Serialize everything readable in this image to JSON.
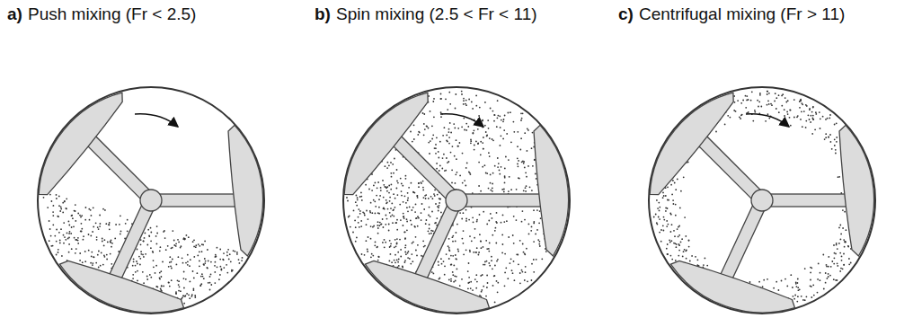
{
  "diagram": {
    "labels": [
      "a)",
      "Push mixing (Fr < 2.5)",
      "b)",
      "Spin mixing (2.5 < Fr < 11)",
      "c)",
      "Centrifugal mixing (Fr > 11)"
    ]
  }
}
